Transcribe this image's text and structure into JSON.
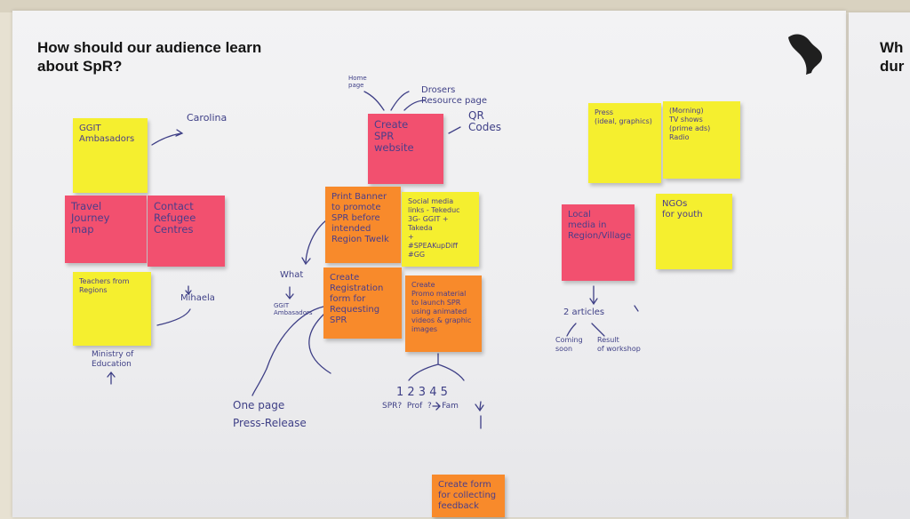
{
  "board": {
    "heading": "How should our audience learn about SpR?",
    "next_heading": [
      "Wh",
      "dur"
    ]
  },
  "notes": {
    "ggit_ambassadors": "GGIT\nAmbasadors",
    "travel_journey_map": "Travel\nJourney\nmap",
    "contact_refugee_centres": "Contact\nRefugee\nCentres",
    "teachers_from_regions": "Teachers from\nRegions",
    "create_spr_website": "Create\nSPR\nwebsite",
    "print_banner": "Print Banner\nto promote\nSPR before\nintended\nRegion Twelk",
    "social_media": "Social media\nlinks - Tekeduc\n3G- GGIT + Takeda\n+\n#SPEAKupDiff\n#GG",
    "create_registration_form": "Create\nRegistration\nform for\nRequesting\nSPR",
    "create_promo_material": "Create\nPromo material\nto launch SPR\nusing animated\nvideos & graphic\nimages",
    "press": "Press\n(ideal, graphics)",
    "morning_tv": "(Morning)\nTV shows\n(prime ads)\nRadio",
    "local_media": "Local\nmedia in\nRegion/Village",
    "ngos": "NGOs\nfor youth",
    "create_form_collecting": "Create form\nfor collecting\nfeedback"
  },
  "annotations": {
    "carolina": "Carolina",
    "mihaela": "Mihaela",
    "ministry": "Ministry of\nEducation",
    "arrow_up": "↑",
    "home_page": "Home\npage",
    "resource_page": "Drosers\nResource page",
    "qr_codes": "QR\nCodes",
    "what": "What",
    "ggit_ambassadors_small": "GGIT\nAmbasadors",
    "one_page": "One page\nPress-Release",
    "numbers": "1  2  3  4  5",
    "number_labels": "SPR?  Prof  ?    Fam",
    "two_articles": "2 articles",
    "coming_soon": "Coming\nsoon",
    "result_workshop": "Result\nof workshop"
  },
  "colors": {
    "yellow_note": "#f5ef2f",
    "pink_note": "#f2506f",
    "orange_note": "#f88a2b",
    "marker_ink": "#3e3f86"
  }
}
